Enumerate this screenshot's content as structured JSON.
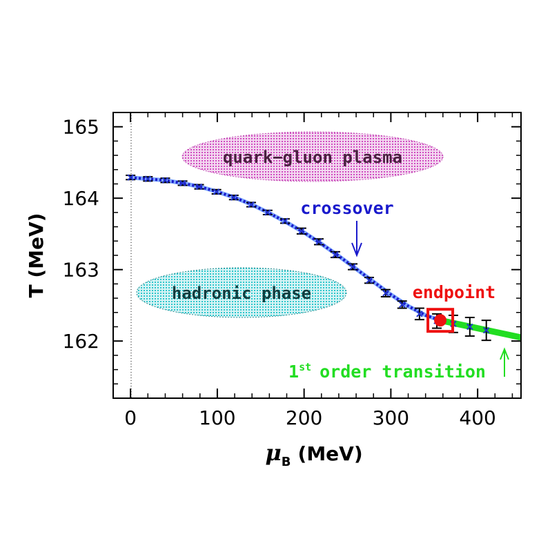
{
  "chart_data": {
    "type": "scatter",
    "xlabel_symbol": "μ",
    "xlabel_subscript": "B",
    "xlabel_unit": "(MeV)",
    "ylabel": "T (MeV)",
    "xlim": [
      -20,
      450
    ],
    "ylim": [
      161.2,
      165.2
    ],
    "xticks": [
      0,
      100,
      200,
      300,
      400
    ],
    "yticks": [
      162,
      163,
      164,
      165
    ],
    "grid": false,
    "series": [
      {
        "role": "lattice-points",
        "color": "#000000",
        "x": [
          0,
          20,
          40,
          60,
          79,
          99,
          119,
          139,
          158,
          178,
          197,
          217,
          236,
          256,
          275,
          294,
          313,
          333,
          353,
          372,
          391,
          410
        ],
        "y": [
          164.29,
          164.27,
          164.25,
          164.21,
          164.16,
          164.09,
          164.01,
          163.91,
          163.8,
          163.68,
          163.54,
          163.39,
          163.21,
          163.04,
          162.85,
          162.67,
          162.51,
          162.38,
          162.28,
          162.24,
          162.2,
          162.15
        ],
        "yerr": [
          0.03,
          0.03,
          0.03,
          0.03,
          0.03,
          0.03,
          0.03,
          0.03,
          0.03,
          0.03,
          0.04,
          0.04,
          0.04,
          0.04,
          0.04,
          0.05,
          0.05,
          0.08,
          0.1,
          0.12,
          0.13,
          0.14
        ]
      },
      {
        "role": "crossover-curve",
        "color": "#1a1acc",
        "x": [
          0,
          20,
          40,
          60,
          80,
          100,
          120,
          140,
          160,
          180,
          200,
          220,
          240,
          260,
          280,
          300,
          320,
          340,
          357
        ],
        "y": [
          164.29,
          164.27,
          164.25,
          164.21,
          164.16,
          164.09,
          164.01,
          163.91,
          163.79,
          163.66,
          163.52,
          163.36,
          163.19,
          163.01,
          162.83,
          162.65,
          162.49,
          162.36,
          162.29
        ]
      },
      {
        "role": "first-order-line",
        "color": "#22dd22",
        "x": [
          357,
          450
        ],
        "y": [
          162.29,
          162.05
        ]
      }
    ],
    "endpoint": {
      "x": 357,
      "y": 162.29,
      "color": "#ee1111"
    },
    "annotations": {
      "crossover": "crossover",
      "endpoint": "endpoint",
      "first_order_sup": "st",
      "first_order_num": "1",
      "first_order_rest": "order transition",
      "qgp": "quark−gluon plasma",
      "hadronic": "hadronic phase"
    }
  }
}
